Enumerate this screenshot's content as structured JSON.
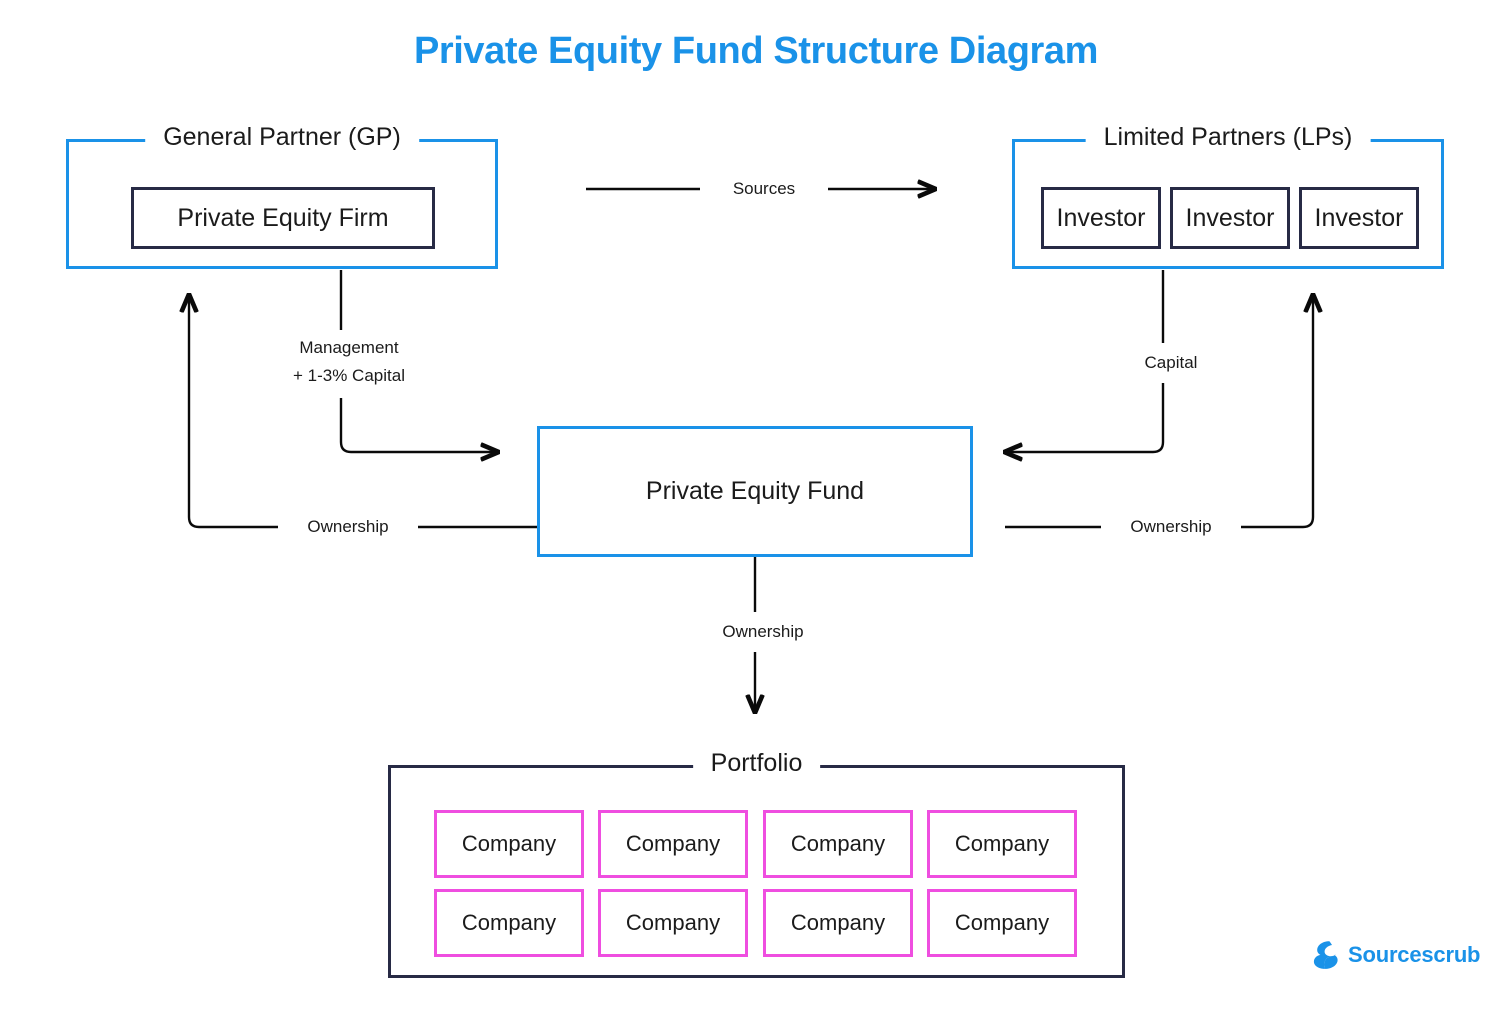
{
  "page": {
    "title": "Private Equity Fund Structure Diagram",
    "title_color": "#1a92e8",
    "background": "#ffffff"
  },
  "colors": {
    "accent_blue": "#1a92e8",
    "navy": "#272a45",
    "magenta": "#ef4ee0",
    "line": "#0a0a0a",
    "text": "#1b1b1b"
  },
  "groups": {
    "general_partner": {
      "label": "General Partner (GP)",
      "border_color": "#1a92e8",
      "nodes": [
        {
          "label": "Private Equity Firm",
          "border_color": "#272a45"
        }
      ]
    },
    "limited_partners": {
      "label": "Limited Partners (LPs)",
      "border_color": "#1a92e8",
      "nodes": [
        {
          "label": "Investor",
          "border_color": "#272a45"
        },
        {
          "label": "Investor",
          "border_color": "#272a45"
        },
        {
          "label": "Investor",
          "border_color": "#272a45"
        }
      ]
    },
    "portfolio": {
      "label": "Portfolio",
      "border_color": "#272a45",
      "nodes": [
        {
          "label": "Company",
          "border_color": "#ef4ee0"
        },
        {
          "label": "Company",
          "border_color": "#ef4ee0"
        },
        {
          "label": "Company",
          "border_color": "#ef4ee0"
        },
        {
          "label": "Company",
          "border_color": "#ef4ee0"
        },
        {
          "label": "Company",
          "border_color": "#ef4ee0"
        },
        {
          "label": "Company",
          "border_color": "#ef4ee0"
        },
        {
          "label": "Company",
          "border_color": "#ef4ee0"
        },
        {
          "label": "Company",
          "border_color": "#ef4ee0"
        }
      ]
    }
  },
  "fund": {
    "label": "Private Equity Fund",
    "border_color": "#1a92e8"
  },
  "edges": {
    "gp_to_lp_sources": {
      "label": "Sources",
      "from": "General Partner (GP)",
      "to": "Limited Partners (LPs)",
      "direction": "right"
    },
    "gp_to_fund": {
      "label": "Management\n+ 1-3% Capital",
      "line1": "Management",
      "line2": "+ 1-3% Capital",
      "from": "Private Equity Firm",
      "to": "Private Equity Fund",
      "direction": "down-right"
    },
    "fund_to_gp": {
      "label": "Ownership",
      "from": "Private Equity Fund",
      "to": "Private Equity Firm",
      "direction": "left-up"
    },
    "lp_to_fund": {
      "label": "Capital",
      "from": "Limited Partners (LPs)",
      "to": "Private Equity Fund",
      "direction": "down-left"
    },
    "fund_to_lp": {
      "label": "Ownership",
      "from": "Private Equity Fund",
      "to": "Limited Partners (LPs)",
      "direction": "right-up"
    },
    "fund_to_portfolio": {
      "label": "Ownership",
      "from": "Private Equity Fund",
      "to": "Portfolio",
      "direction": "down"
    }
  },
  "brand": {
    "name": "Sourcescrub",
    "color": "#1a92e8",
    "mark": "sourcescrub-logo-icon"
  }
}
